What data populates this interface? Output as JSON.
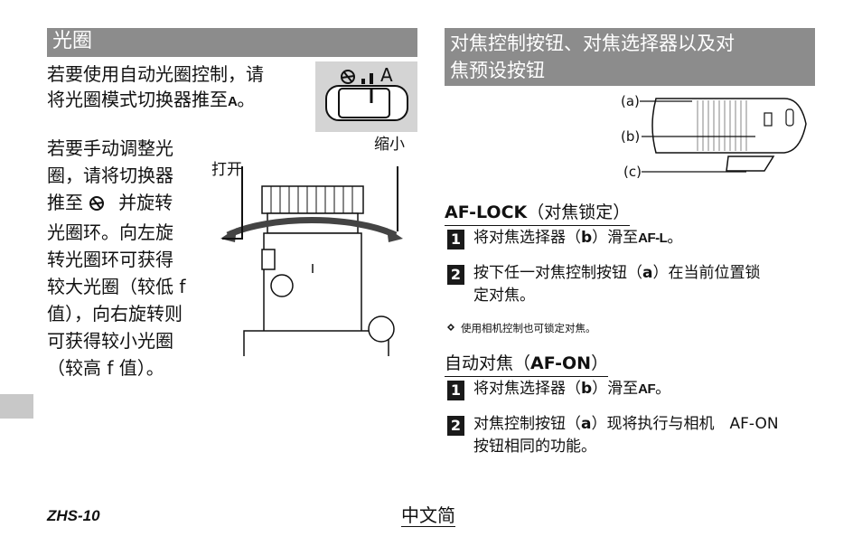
{
  "left": {
    "header": "光圈",
    "para1_line1": "若要使用自动光圈控制，请",
    "para1_line2_pre": "将光圈模式切换器推至",
    "para1_mode": "A",
    "para1_line2_post": "。",
    "switch_label_a": "A",
    "para2_lines": [
      "若要手动调整光",
      "圈，请将切换器",
      "推至",
      "光圈环。向左旋",
      "转光圈环可获得",
      "较大光圈（较低 f",
      "值），向右旋转则",
      "可获得较小光圈",
      "（较高 f 值）。"
    ],
    "para2_line3_post": "并旋转",
    "label_open": "打开",
    "label_close": "缩小"
  },
  "right": {
    "header_line1": "对焦控制按钮、对焦选择器以及对",
    "header_line2": "焦预设按钮",
    "callouts": [
      "(a)",
      "(b)",
      "(c)"
    ],
    "af_lock": {
      "title_bold": "AF-LOCK",
      "title_light": "（对焦锁定）",
      "step1_num": "1",
      "step1_pre": "将对焦选择器（",
      "step1_ref": "b",
      "step1_mid": "）滑至",
      "step1_setting": "AF-L",
      "step1_post": "。",
      "step2_num": "2",
      "step2_pre": "按下任一对焦控制按钮（",
      "step2_ref": "a",
      "step2_post": "）在当前位置锁",
      "step2_line2": "定对焦。"
    },
    "note": "使用相机控制也可锁定对焦。",
    "af_on": {
      "title_light_pre": "自动对焦（",
      "title_bold": "AF-ON",
      "title_light_post": "）",
      "step1_num": "1",
      "step1_pre": "将对焦选择器（",
      "step1_ref": "b",
      "step1_mid": "）滑至",
      "step1_setting": "AF",
      "step1_post": "。",
      "step2_num": "2",
      "step2_pre": "对焦控制按钮（",
      "step2_ref": "a",
      "step2_post": "）现将执行与相机　AF-ON",
      "step2_line2": "按钮相同的功能。"
    }
  },
  "footer": {
    "page": "ZHS-10",
    "language": "中文简"
  },
  "colors": {
    "header_bg": "#8c8c8c",
    "side_tab": "#c8c8c8",
    "text": "#111111"
  }
}
